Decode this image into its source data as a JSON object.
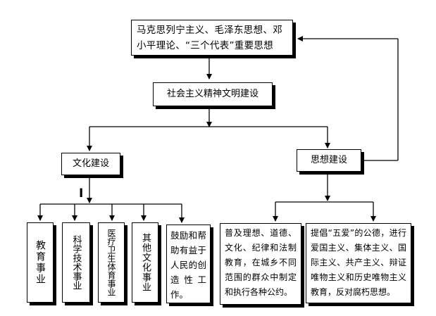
{
  "nodes": {
    "theory": "马克思列宁主义、毛泽东思想、邓小平理论、“三个代表”重要思想",
    "spiritual": "社会主义精神文明建设",
    "culture": "文化建设",
    "ideology": "思想建设",
    "education": "教育事业",
    "science": "科学技术事业",
    "health": "医疗卫生体育事业",
    "other_culture": "其他文化事业",
    "encourage": "鼓励和帮助有益于人民的创造性工作。",
    "popularize": "普及理想、道德、文化、纪律和法制教育，在城乡不同范围的群众中制定和执行各种公约。",
    "advocate": "提倡“五爱”的公德，进行爱国主义、集体主义、国际主义、共产主义、辩证唯物主义和历史唯物主义教育，反对腐朽思想。"
  },
  "marks": {
    "cursor_tick": "I"
  }
}
